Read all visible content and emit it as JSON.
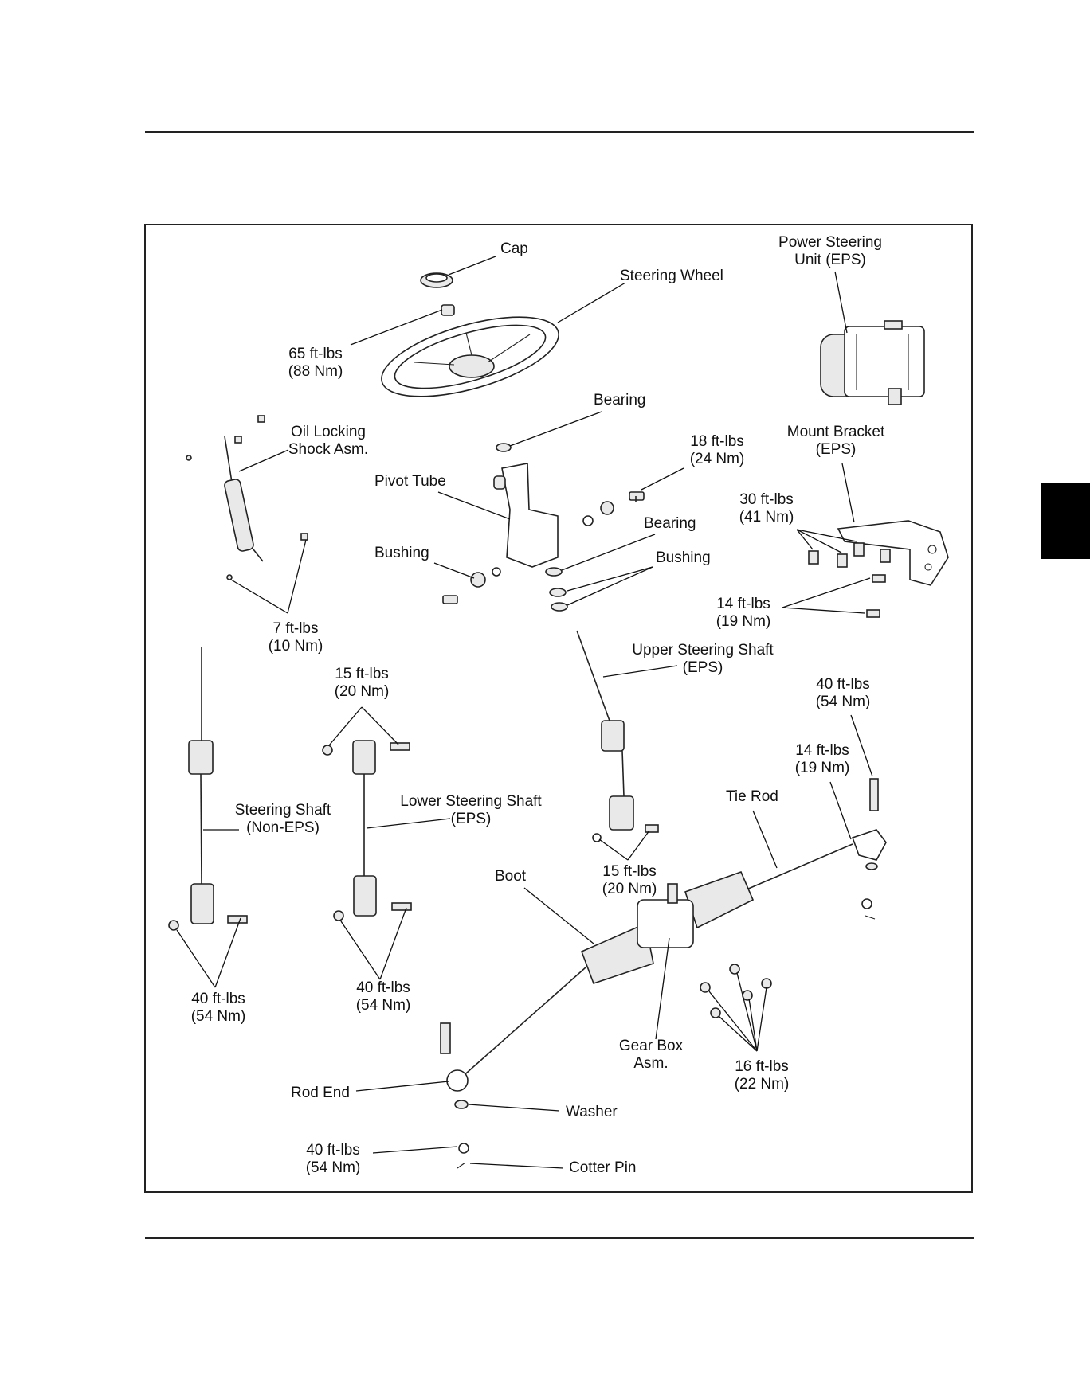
{
  "labels": {
    "cap": "Cap",
    "steering_wheel": "Steering Wheel",
    "power_steering": [
      "Power Steering",
      "Unit (EPS)"
    ],
    "torque_65": [
      "65 ft-lbs",
      "(88 Nm)"
    ],
    "bearing_top": "Bearing",
    "oil_locking": [
      "Oil Locking",
      "Shock Asm."
    ],
    "torque_18": [
      "18 ft-lbs",
      "(24 Nm)"
    ],
    "mount_bracket": [
      "Mount Bracket",
      "(EPS)"
    ],
    "pivot_tube": "Pivot Tube",
    "torque_30": [
      "30 ft-lbs",
      "(41 Nm)"
    ],
    "bearing_mid": "Bearing",
    "bushing_left": "Bushing",
    "bushing_right": "Bushing",
    "torque_14_bracket": [
      "14 ft-lbs",
      "(19 Nm)"
    ],
    "torque_7": [
      "7 ft-lbs",
      "(10 Nm)"
    ],
    "upper_shaft": [
      "Upper Steering Shaft",
      "(EPS)"
    ],
    "torque_15_left": [
      "15 ft-lbs",
      "(20 Nm)"
    ],
    "torque_40_top": [
      "40 ft-lbs",
      "(54 Nm)"
    ],
    "torque_14_tie": [
      "14 ft-lbs",
      "(19 Nm)"
    ],
    "steering_shaft": [
      "Steering Shaft",
      "(Non-EPS)"
    ],
    "lower_shaft": [
      "Lower Steering Shaft",
      "(EPS)"
    ],
    "tie_rod": "Tie Rod",
    "boot": "Boot",
    "torque_15_right": [
      "15 ft-lbs",
      "(20 Nm)"
    ],
    "torque_40_left": [
      "40 ft-lbs",
      "(54 Nm)"
    ],
    "torque_40_mid": [
      "40 ft-lbs",
      "(54 Nm)"
    ],
    "gear_box": [
      "Gear Box",
      "Asm."
    ],
    "torque_16": [
      "16 ft-lbs",
      "(22 Nm)"
    ],
    "rod_end": "Rod End",
    "washer": "Washer",
    "torque_40_bottom": [
      "40 ft-lbs",
      "(54 Nm)"
    ],
    "cotter_pin": "Cotter Pin"
  }
}
